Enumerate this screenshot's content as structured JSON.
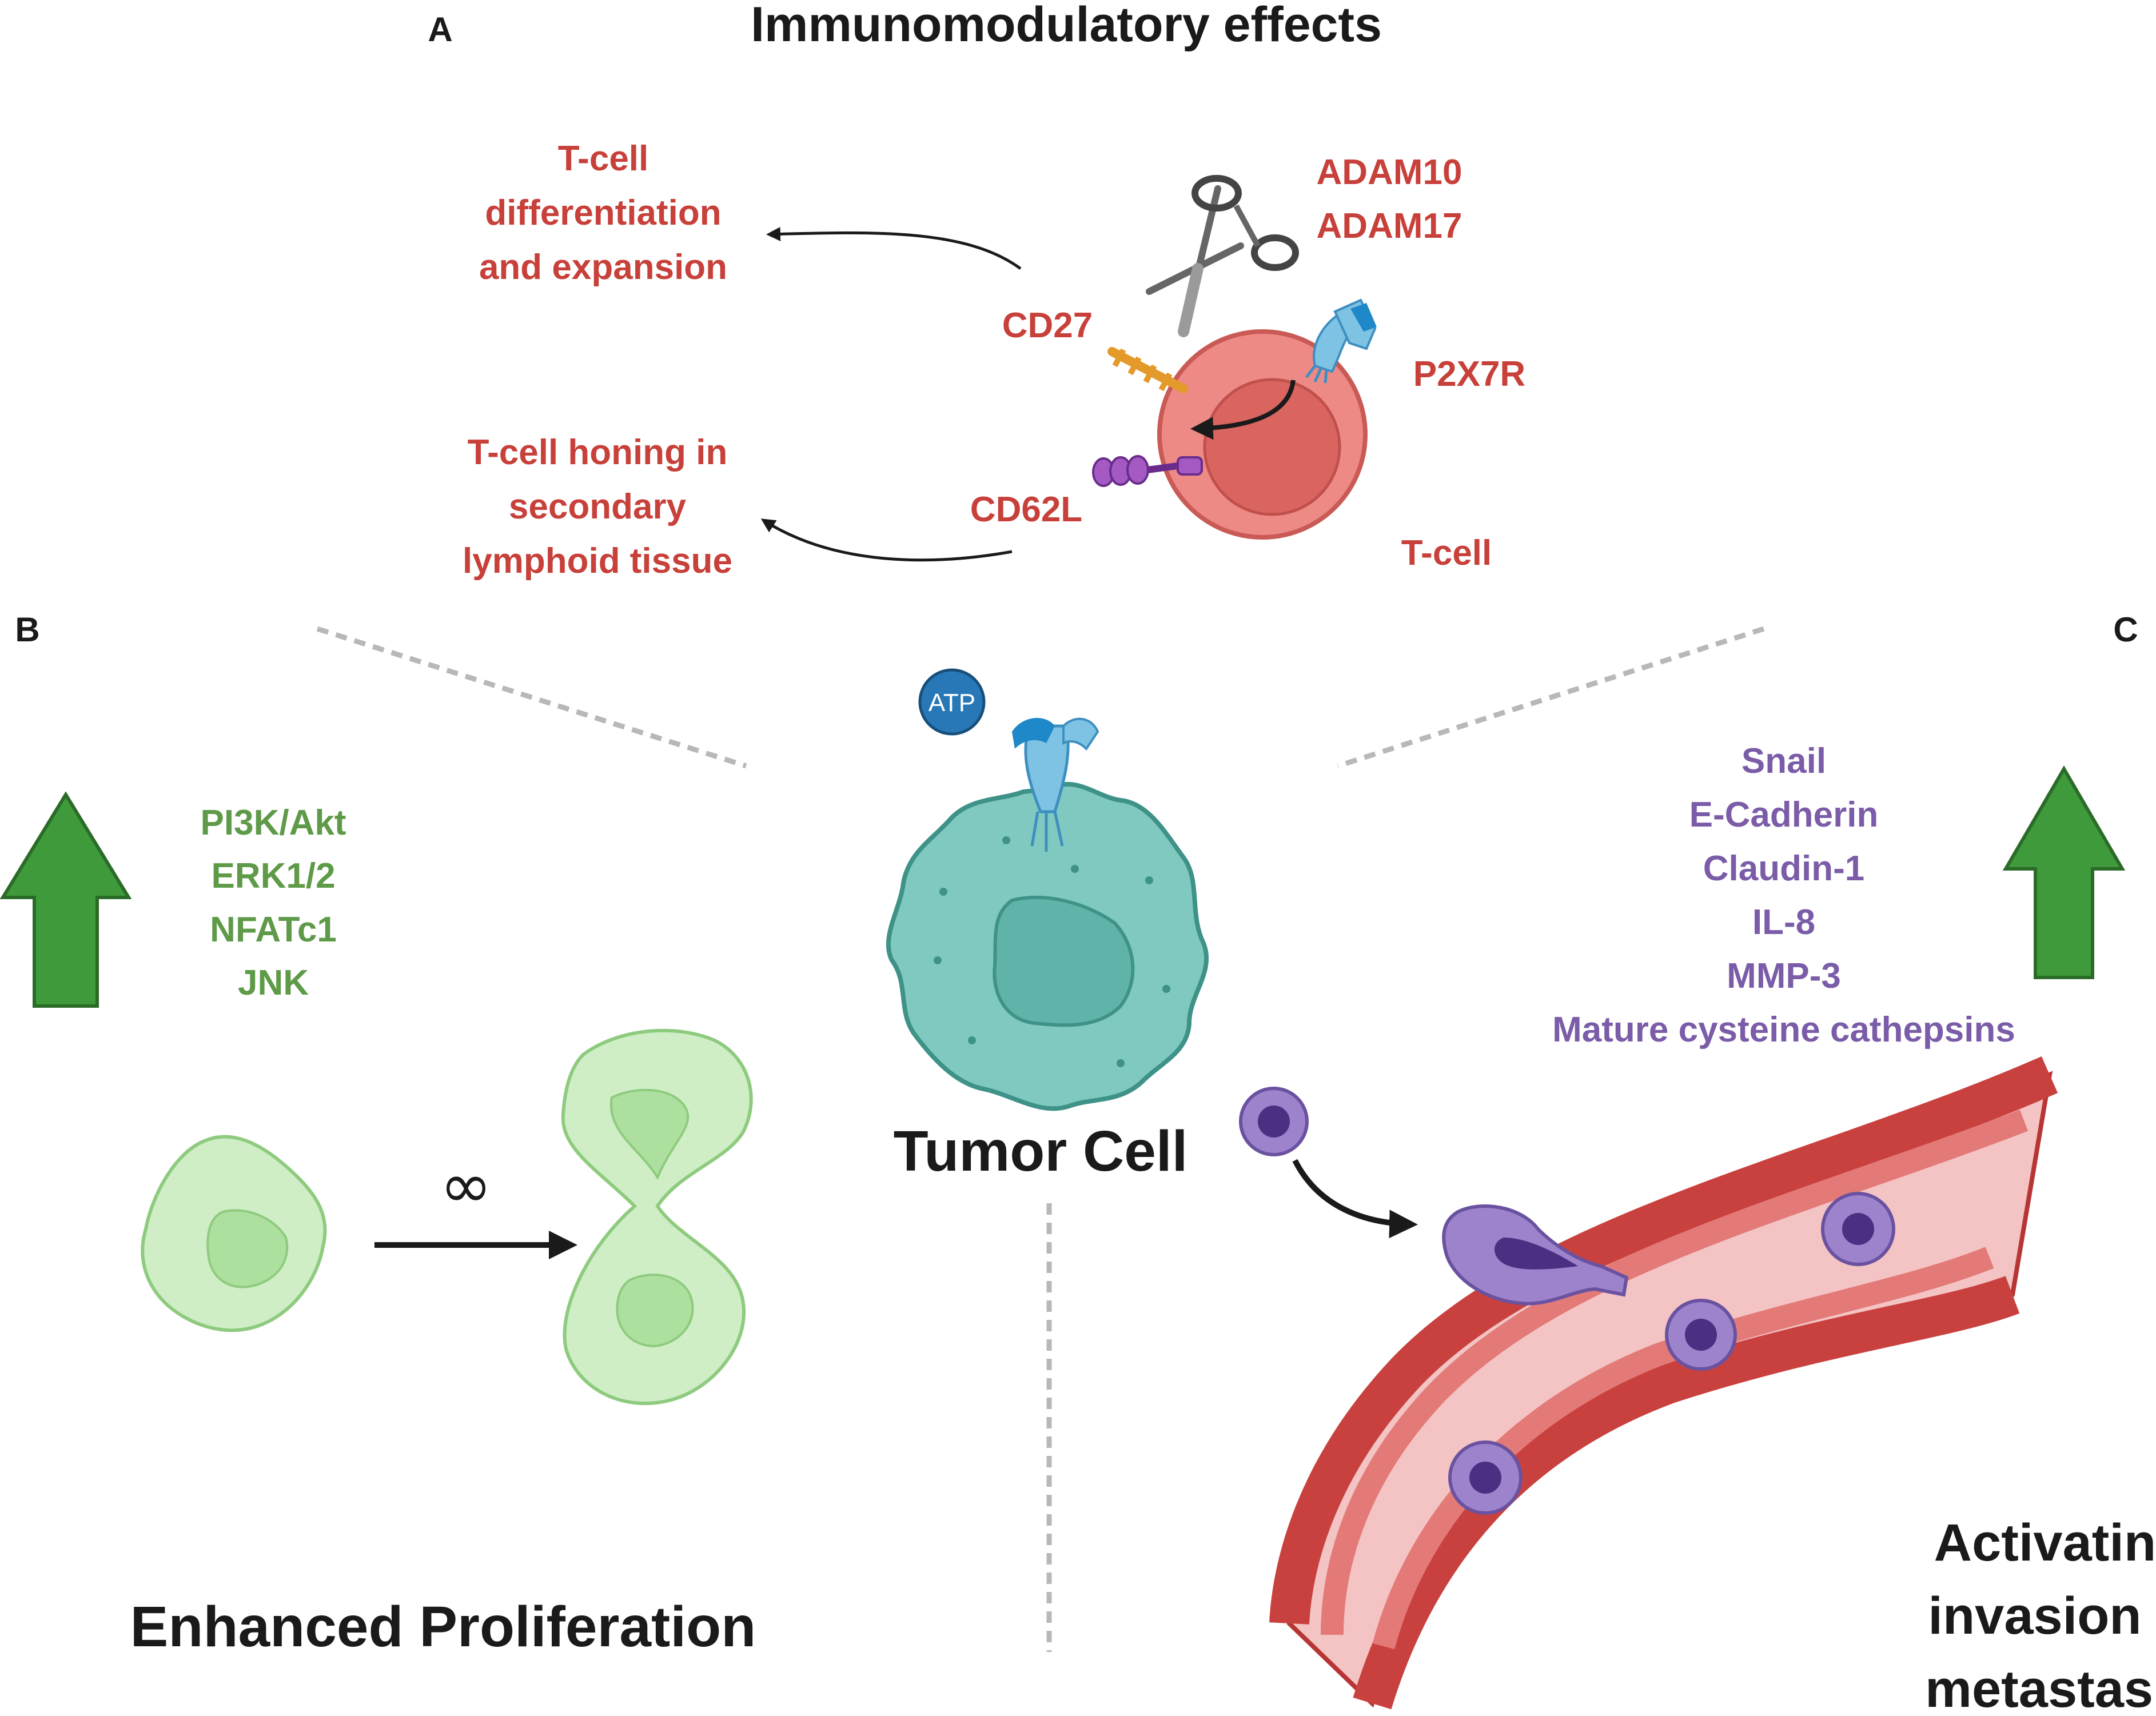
{
  "panel_labels": {
    "a": "A",
    "b": "B",
    "c": "C"
  },
  "panel_a": {
    "title": "Immunomodulatory effects",
    "outcome_differentiation": [
      "T-cell",
      "differentiation",
      "and expansion"
    ],
    "outcome_honing": [
      "T-cell honing in",
      "secondary",
      "lymphoid tissue"
    ],
    "enzymes": [
      "ADAM10",
      "ADAM17"
    ],
    "cd27": "CD27",
    "cd62l": "CD62L",
    "p2x7r": "P2X7R",
    "tcell": "T-cell"
  },
  "center": {
    "atp": "ATP",
    "tumor_cell": "Tumor Cell"
  },
  "panel_b": {
    "pathways": [
      "PI3K/Akt",
      "ERK1/2",
      "NFATc1",
      "JNK"
    ],
    "infinity": "∞",
    "caption": "Enhanced Proliferation"
  },
  "panel_c": {
    "markers": [
      "Snail",
      "E-Cadherin",
      "Claudin-1",
      "IL-8",
      "MMP-3",
      "Mature cysteine cathepsins"
    ],
    "caption": [
      "Activating",
      "invasion &",
      "metastasis"
    ]
  },
  "colors": {
    "red_text": "#c8403a",
    "green_text": "#5e9a48",
    "purple_text": "#7a5ca8",
    "up_arrow": "#3e9a3a",
    "tumor_cell": "#7fc9c0",
    "tcell": "#ee8a86",
    "vessel": "#c9413f",
    "invading_cell": "#8f73c0"
  }
}
